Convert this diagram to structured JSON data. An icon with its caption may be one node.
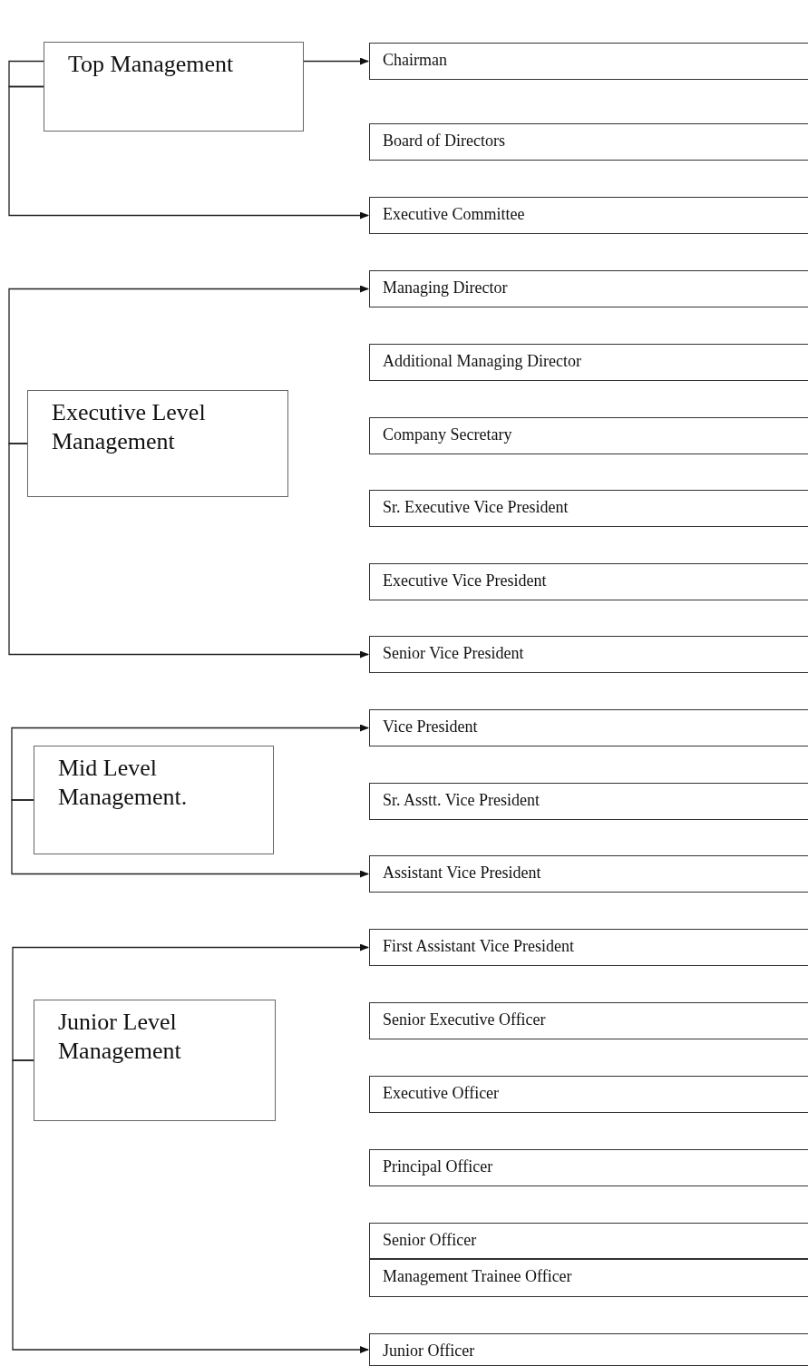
{
  "diagram": {
    "nodes": [
      {
        "text": [
          "Top Management"
        ]
      },
      {
        "text": [
          "Executive Level Management"
        ]
      },
      {
        "text": [
          "Mid Level Management."
        ]
      },
      {
        "text": [
          "Junior Level Management"
        ]
      },
      {
        "text": [
          "Chairman"
        ]
      },
      {
        "text": [
          "Board of Directors"
        ]
      },
      {
        "text": [
          "Executive Committee"
        ]
      },
      {
        "text": [
          "Managing Director"
        ]
      },
      {
        "text": [
          "Additional Managing Director"
        ]
      },
      {
        "text": [
          "Company Secretary"
        ]
      },
      {
        "text": [
          "Sr. Executive Vice President"
        ]
      },
      {
        "text": [
          "Executive Vice President"
        ]
      },
      {
        "text": [
          "Senior Vice President"
        ]
      },
      {
        "text": [
          "Vice President"
        ]
      },
      {
        "text": [
          "Sr. Asstt. Vice President"
        ]
      },
      {
        "text": [
          "Assistant Vice President"
        ]
      },
      {
        "text": [
          "First Assistant Vice President"
        ]
      },
      {
        "text": [
          "Senior Executive Officer"
        ]
      },
      {
        "text": [
          "Executive Officer"
        ]
      },
      {
        "text": [
          "Principal Officer"
        ]
      },
      {
        "text": [
          "Senior Officer"
        ]
      },
      {
        "text": [
          "Management Trainee Officer"
        ]
      },
      {
        "text": [
          "Junior Officer"
        ]
      }
    ],
    "edges": [
      {
        "from": 0,
        "to": 4,
        "arrow": "to"
      },
      {
        "from": 0,
        "to": 6,
        "arrow": "to"
      },
      {
        "from": 1,
        "to": 7,
        "arrow": "to"
      },
      {
        "from": 1,
        "to": 12,
        "arrow": "to"
      },
      {
        "from": 2,
        "to": 13,
        "arrow": "to"
      },
      {
        "from": 2,
        "to": 15,
        "arrow": "to"
      },
      {
        "from": 3,
        "to": 16,
        "arrow": "to"
      },
      {
        "from": 3,
        "to": 22,
        "arrow": "to"
      }
    ]
  }
}
